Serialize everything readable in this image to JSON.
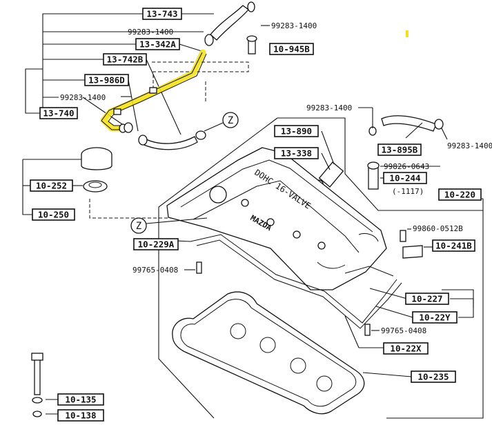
{
  "callouts": {
    "c13_743": "13-743",
    "c13_342A": "13-342A",
    "c13_742B": "13-742B",
    "c13_986D": "13-986D",
    "c13_740": "13-740",
    "c10_945B": "10-945B",
    "c13_890": "13-890",
    "c13_338": "13-338",
    "c13_895B": "13-895B",
    "c10_244": "10-244",
    "c10_220": "10-220",
    "c10_252": "10-252",
    "c10_250": "10-250",
    "c10_229A": "10-229A",
    "c10_241B": "10-241B",
    "c10_227": "10-227",
    "c10_22Y": "10-22Y",
    "c10_22X": "10-22X",
    "c10_235": "10-235",
    "c10_135": "10-135",
    "c10_138": "10-138"
  },
  "part_numbers": {
    "p1": "99283-1400",
    "p2": "99283-1400",
    "p3": "99283-1400",
    "p4": "99283-1400",
    "p5": "99283-1400",
    "p6": "99826-0643",
    "p7": "(-1117)",
    "p8": "99860-0512B",
    "p9": "99765-0408",
    "p10": "99765-0408"
  },
  "markers": {
    "z1": "Z",
    "z2": "Z"
  },
  "engraving": {
    "dohc": "DOHC 16-VALVE",
    "brand": "MAZDA"
  },
  "colors": {
    "highlight": "#f4e11b",
    "ink": "#111111"
  }
}
